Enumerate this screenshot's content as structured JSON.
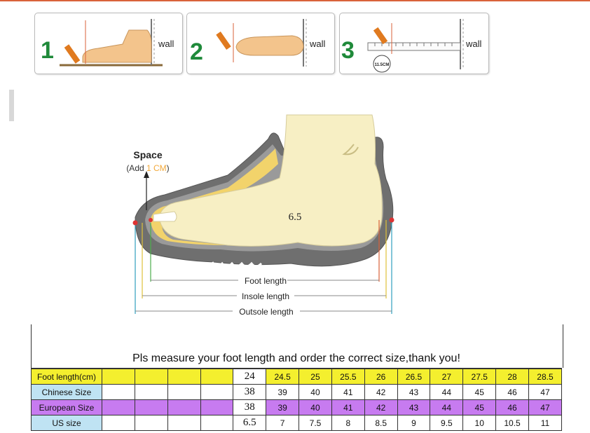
{
  "steps": [
    {
      "number": "1",
      "wall_label": "wall"
    },
    {
      "number": "2",
      "wall_label": "wall"
    },
    {
      "number": "3",
      "wall_label": "wall",
      "measure_label": "11.5CM"
    }
  ],
  "diagram": {
    "space_label": "Space",
    "add_prefix": "(Add ",
    "add_value": "1 CM",
    "add_suffix": ")",
    "center_value": "6.5",
    "foot_length_label": "Foot length",
    "insole_length_label": "Insole length",
    "outsole_length_label": "Outsole length"
  },
  "table": {
    "title": "Pls measure your foot length and order the correct size,thank you!",
    "rows": [
      {
        "label": "Foot length(cm)",
        "values": [
          "24",
          "24.5",
          "25",
          "25.5",
          "26",
          "26.5",
          "27",
          "27.5",
          "28",
          "28.5"
        ]
      },
      {
        "label": "Chinese Size",
        "values": [
          "38",
          "39",
          "40",
          "41",
          "42",
          "43",
          "44",
          "45",
          "46",
          "47"
        ]
      },
      {
        "label": "European Size",
        "values": [
          "38",
          "39",
          "40",
          "41",
          "42",
          "43",
          "44",
          "45",
          "46",
          "47"
        ]
      },
      {
        "label": "US size",
        "values": [
          "6.5",
          "7",
          "7.5",
          "8",
          "8.5",
          "9",
          "9.5",
          "10",
          "10.5",
          "11"
        ]
      }
    ]
  },
  "colors": {
    "accent_orange": "#f2a93b",
    "step_green": "#1f8a3a",
    "foot_fill": "#f7efc4",
    "shoe_gray": "#6f6f6f",
    "yellow_row": "#f4ef2e",
    "blue_label": "#bfe3f3",
    "purple_row": "#c77bf0"
  }
}
